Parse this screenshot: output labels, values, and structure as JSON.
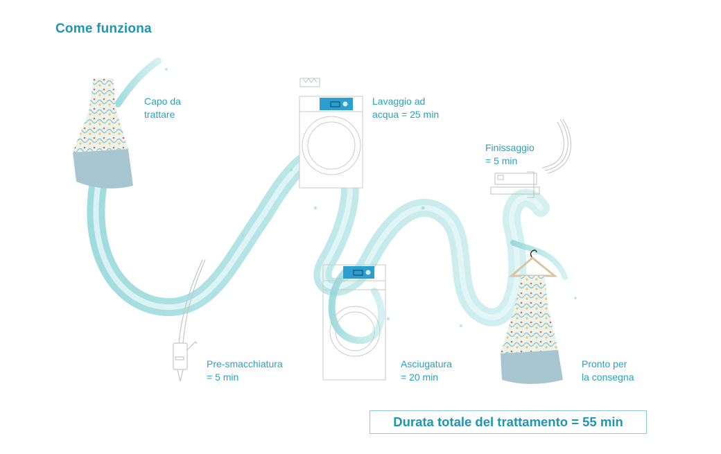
{
  "title": "Come funziona",
  "colors": {
    "accent": "#1b97b3",
    "label": "#27a3bd",
    "water": "#7fcfd3",
    "machine_panel": "#2a9fd0",
    "line_art": "#c9cccf",
    "skirt": "#a8c6cf"
  },
  "steps": [
    {
      "id": "capo",
      "lines": [
        "Capo da",
        "trattare"
      ],
      "icon": "dress-icon"
    },
    {
      "id": "presmacchiatura",
      "lines": [
        "Pre-smacchiatura",
        "= 5 min"
      ],
      "icon": "spotting-gun-icon"
    },
    {
      "id": "lavaggio",
      "lines": [
        "Lavaggio ad",
        "acqua = 25 min"
      ],
      "icon": "washing-machine-icon"
    },
    {
      "id": "asciugatura",
      "lines": [
        "Asciugatura",
        "= 20 min"
      ],
      "icon": "dryer-icon"
    },
    {
      "id": "finissaggio",
      "lines": [
        "Finissaggio",
        "= 5 min"
      ],
      "icon": "iron-icon"
    },
    {
      "id": "pronto",
      "lines": [
        "Pronto per",
        "la consegna"
      ],
      "icon": "dress-on-hanger-icon"
    }
  ],
  "total": "Durata totale del trattamento = 55 min"
}
